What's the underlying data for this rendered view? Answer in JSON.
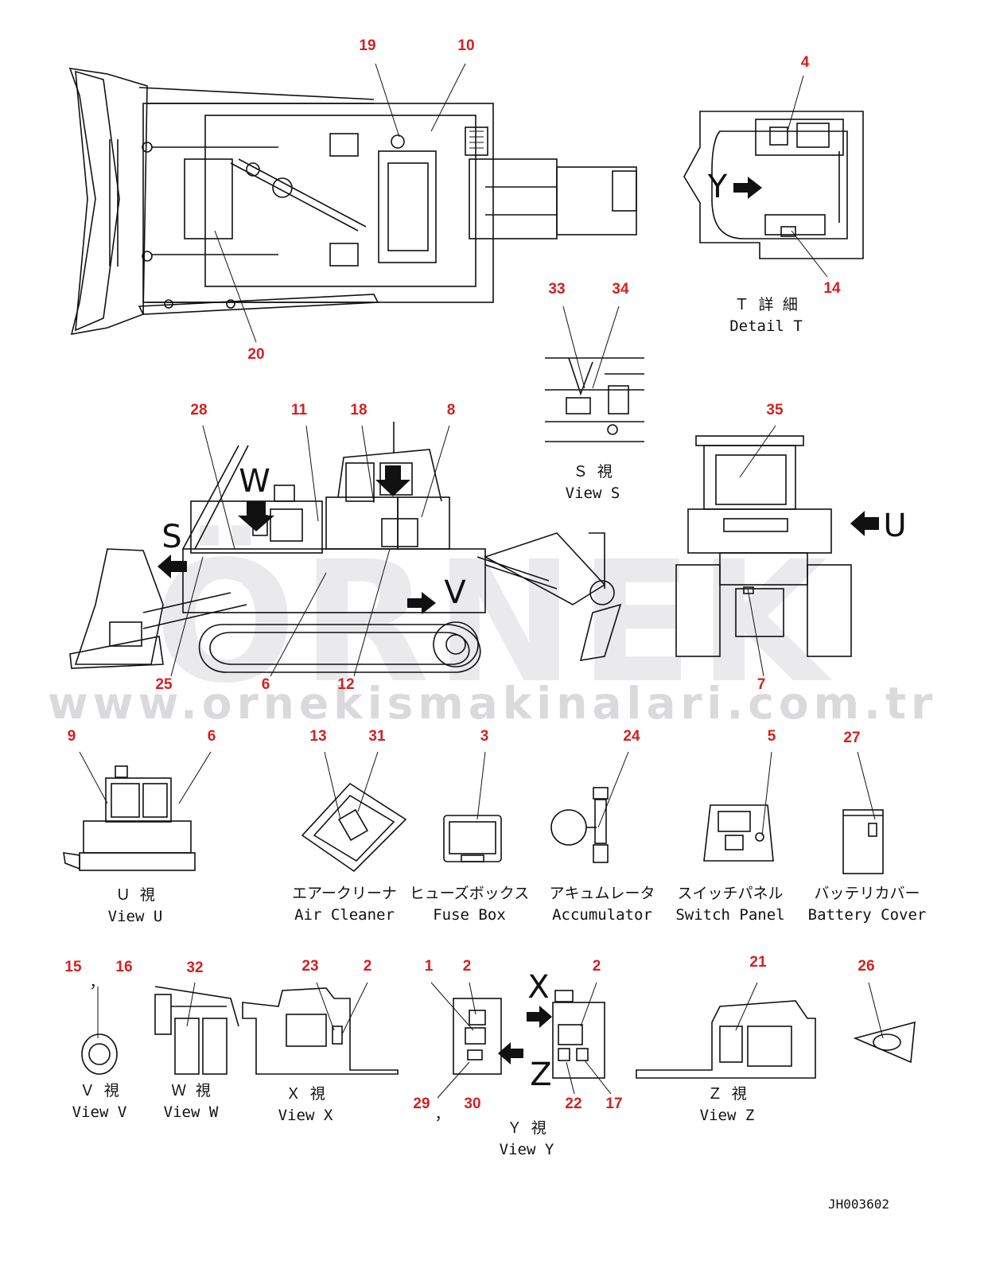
{
  "watermark": {
    "logo_text": "ÖRNEK",
    "url": "www.ornekismakinalari.com.tr"
  },
  "drawing_code": "JH003602",
  "callouts": [
    {
      "id": "c19",
      "text": "19"
    },
    {
      "id": "c10",
      "text": "10"
    },
    {
      "id": "c20",
      "text": "20"
    },
    {
      "id": "c4",
      "text": "4"
    },
    {
      "id": "c14",
      "text": "14"
    },
    {
      "id": "c33",
      "text": "33"
    },
    {
      "id": "c34",
      "text": "34"
    },
    {
      "id": "c28",
      "text": "28"
    },
    {
      "id": "c11",
      "text": "11"
    },
    {
      "id": "c18",
      "text": "18"
    },
    {
      "id": "c8",
      "text": "8"
    },
    {
      "id": "c35",
      "text": "35"
    },
    {
      "id": "c25",
      "text": "25"
    },
    {
      "id": "c6a",
      "text": "6"
    },
    {
      "id": "c12",
      "text": "12"
    },
    {
      "id": "c7",
      "text": "7"
    },
    {
      "id": "c9",
      "text": "9"
    },
    {
      "id": "c6b",
      "text": "6"
    },
    {
      "id": "c13",
      "text": "13"
    },
    {
      "id": "c31",
      "text": "31"
    },
    {
      "id": "c3",
      "text": "3"
    },
    {
      "id": "c24",
      "text": "24"
    },
    {
      "id": "c5",
      "text": "5"
    },
    {
      "id": "c27",
      "text": "27"
    },
    {
      "id": "c15",
      "text": "15"
    },
    {
      "id": "c16",
      "text": "16"
    },
    {
      "id": "c32",
      "text": "32"
    },
    {
      "id": "c23",
      "text": "23"
    },
    {
      "id": "c2a",
      "text": "2"
    },
    {
      "id": "c1",
      "text": "1"
    },
    {
      "id": "c2b",
      "text": "2"
    },
    {
      "id": "c2c",
      "text": "2"
    },
    {
      "id": "c21",
      "text": "21"
    },
    {
      "id": "c26",
      "text": "26"
    },
    {
      "id": "c29",
      "text": "29"
    },
    {
      "id": "c30",
      "text": "30"
    },
    {
      "id": "c22",
      "text": "22"
    },
    {
      "id": "c17",
      "text": "17"
    }
  ],
  "separators": [
    "，",
    "，"
  ],
  "view_letters": [
    "W",
    "S",
    "V",
    "U",
    "Y",
    "X",
    "Z"
  ],
  "view_labels": {
    "detail_t": {
      "jp": "Ｔ 詳 細",
      "en": "Detail T"
    },
    "view_s": {
      "jp": "Ｓ  視",
      "en": "View S"
    },
    "view_u": {
      "jp": "Ｕ   視",
      "en": "View U"
    },
    "air_cleaner": {
      "jp": "エアークリーナ",
      "en": "Air Cleaner"
    },
    "fuse_box": {
      "jp": "ヒューズボックス",
      "en": "Fuse Box"
    },
    "accumulator": {
      "jp": "アキュムレータ",
      "en": "Accumulator"
    },
    "switch_panel": {
      "jp": "スイッチパネル",
      "en": "Switch Panel"
    },
    "battery_cover": {
      "jp": "バッテリカバー",
      "en": "Battery Cover"
    },
    "view_v": {
      "jp": "Ｖ  視",
      "en": "View V"
    },
    "view_w": {
      "jp": "Ｗ  視",
      "en": "View W"
    },
    "view_x": {
      "jp": "Ｘ  視",
      "en": "View X"
    },
    "view_y": {
      "jp": "Ｙ  視",
      "en": "View Y"
    },
    "view_z": {
      "jp": "Ｚ  視",
      "en": "View Z"
    }
  }
}
